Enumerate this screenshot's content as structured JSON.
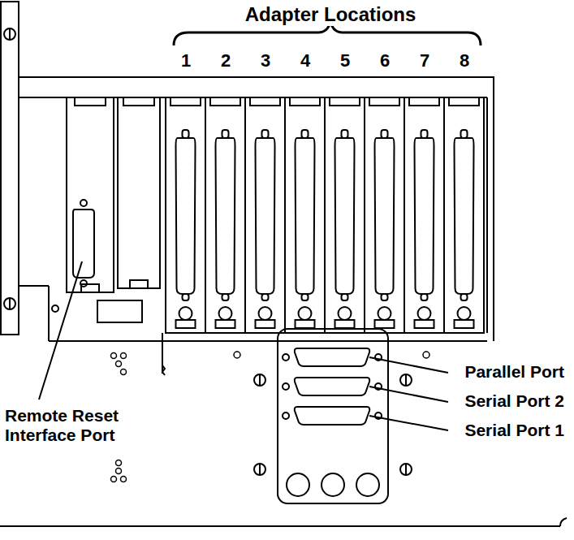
{
  "diagram": {
    "labels": [
      "Adapter Locations",
      "1",
      "2",
      "3",
      "4",
      "5",
      "6",
      "7",
      "8",
      "Remote Reset Interface Port",
      "Parallel Port",
      "Serial Port 2",
      "Serial Port 1"
    ]
  }
}
